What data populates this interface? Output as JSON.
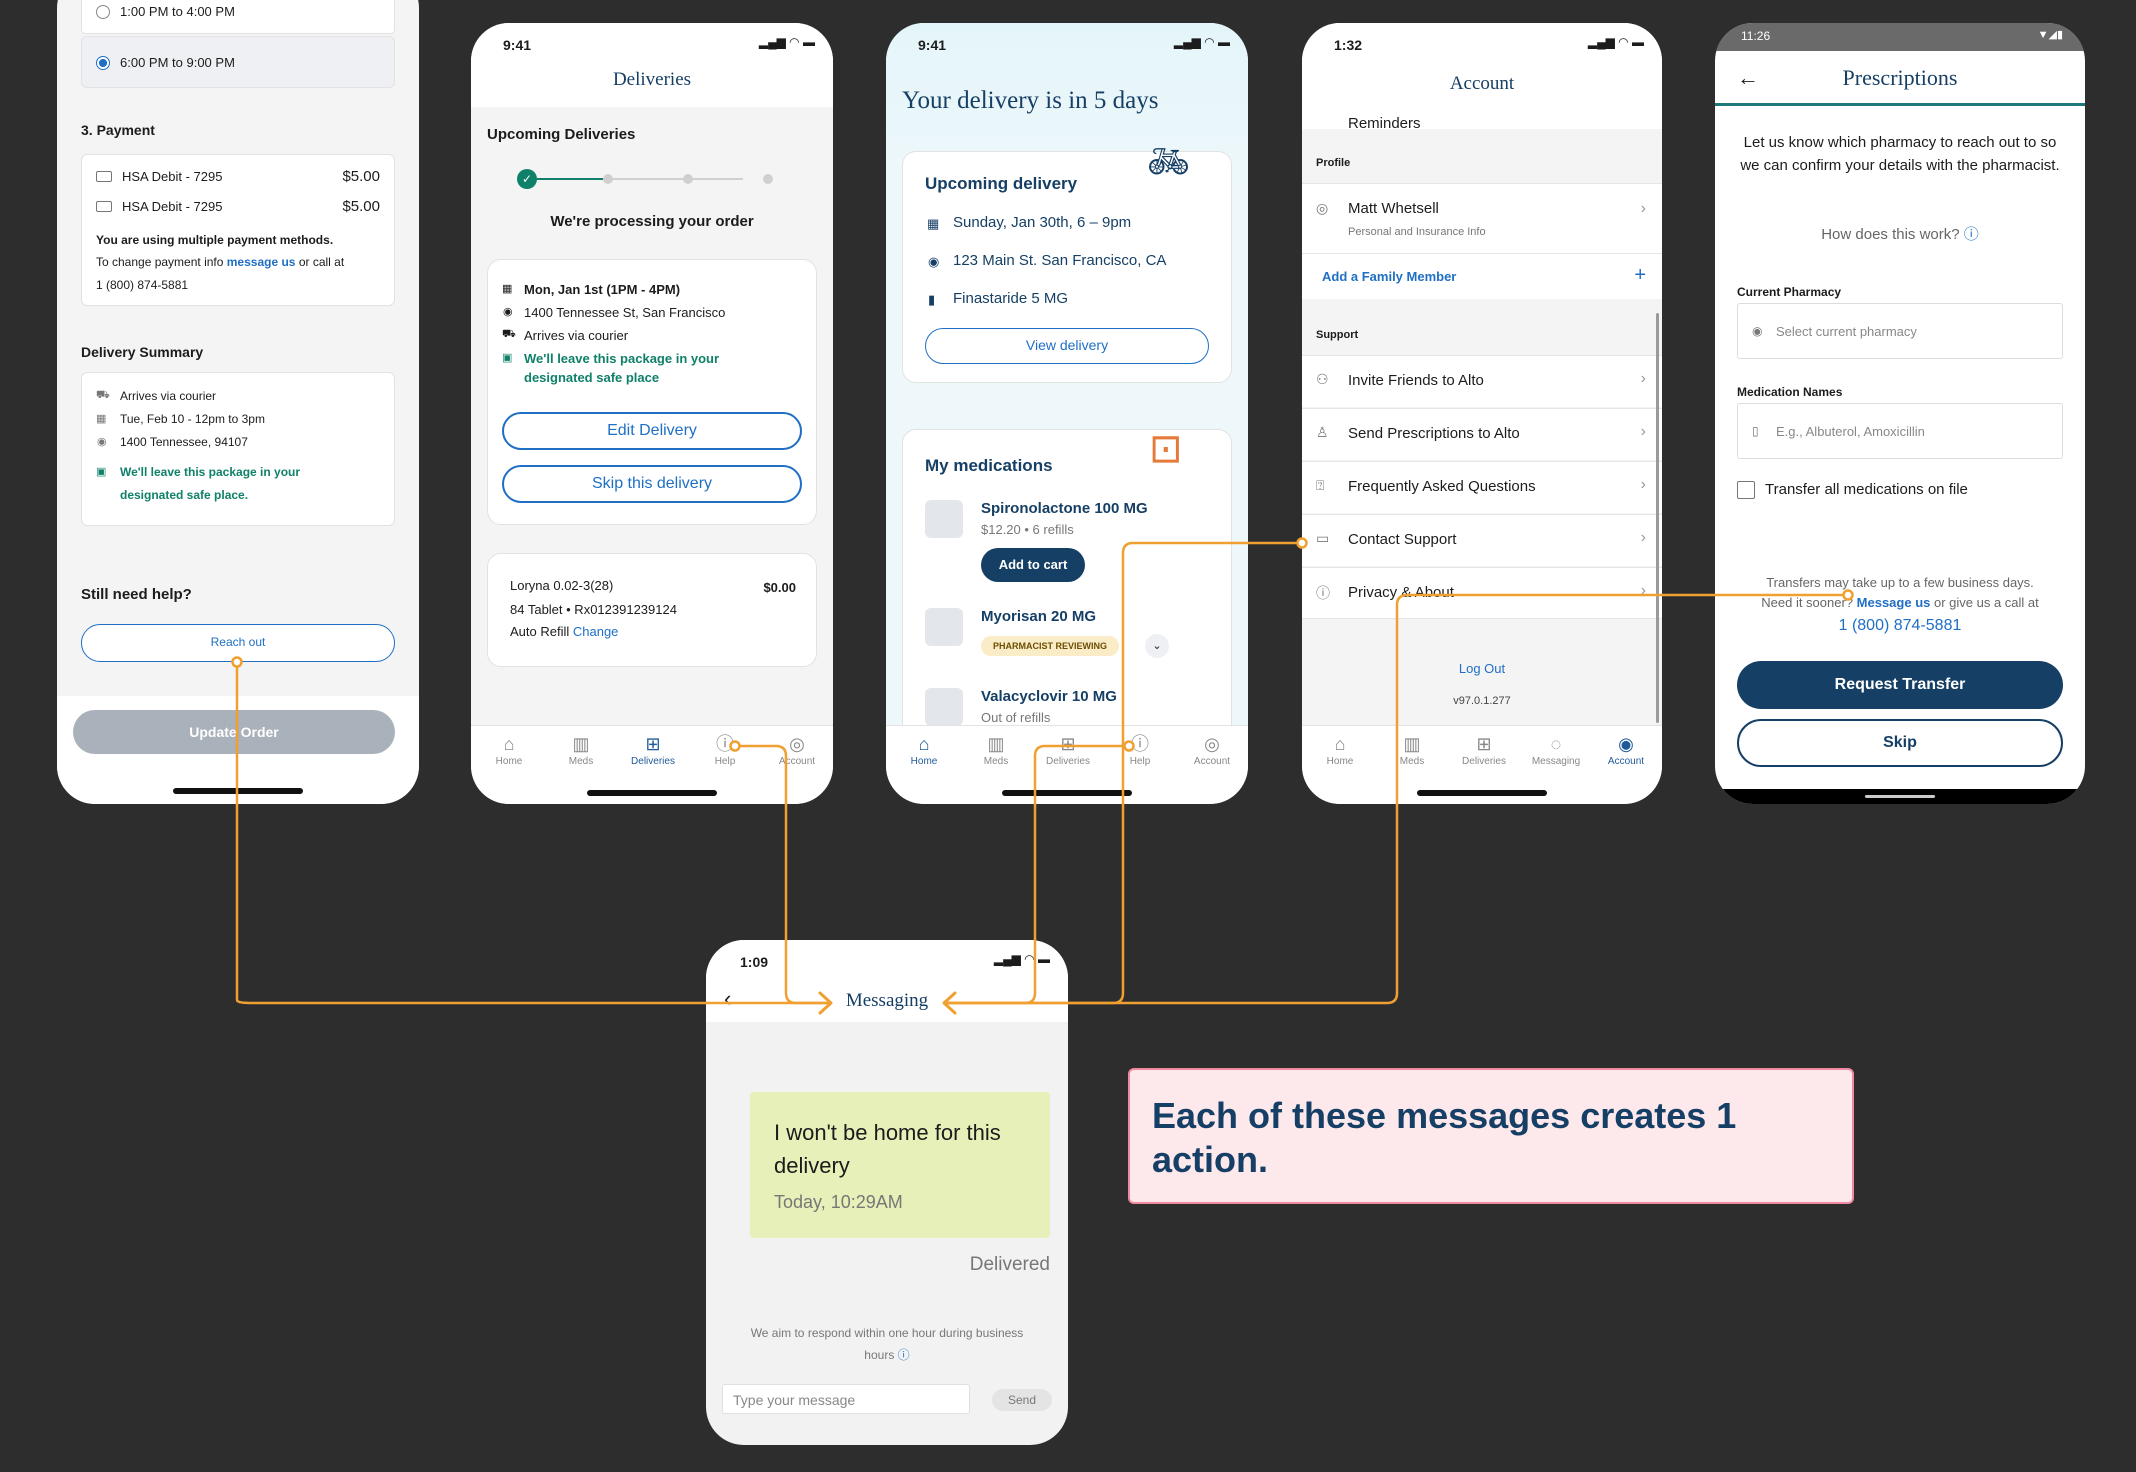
{
  "p1": {
    "opt1": "1:00 PM to 4:00 PM",
    "opt2": "6:00 PM to 9:00 PM",
    "payment_h": "3. Payment",
    "pay": [
      {
        "name": "HSA Debit - 7295",
        "amt": "$5.00"
      },
      {
        "name": "HSA Debit - 7295",
        "amt": "$5.00"
      }
    ],
    "multi": "You are using multiple payment methods.",
    "change_a": "To change payment info ",
    "change_link": "message us",
    "change_b": " or call at",
    "phone": "1 (800) 874-5881",
    "summary_h": "Delivery Summary",
    "s1": "Arrives via courier",
    "s2": "Tue, Feb 10 - 12pm to 3pm",
    "s3": "1400 Tennessee, 94107",
    "s4a": "We'll leave this package in your",
    "s4b": "designated safe place.",
    "help_h": "Still need help?",
    "reach": "Reach out",
    "update": "Update Order"
  },
  "p2": {
    "time": "9:41",
    "title": "Deliveries",
    "up_h": "Upcoming Deliveries",
    "processing": "We're processing your order",
    "d1": "Mon, Jan 1st (1PM - 4PM)",
    "d2": "1400 Tennessee St, San Francisco",
    "d3": "Arrives via courier",
    "d4a": "We'll leave this package in your",
    "d4b": "designated safe place",
    "edit": "Edit Delivery",
    "skip": "Skip this delivery",
    "med1": "Loryna 0.02-3(28)",
    "med2": "84 Tablet • Rx012391239124",
    "refill": "Auto Refill ",
    "change": "Change",
    "price": "$0.00",
    "nav": [
      "Home",
      "Meds",
      "Deliveries",
      "Help",
      "Account"
    ]
  },
  "p3": {
    "time": "9:41",
    "hero": "Your delivery is in 5 days",
    "up_h": "Upcoming delivery",
    "d1": "Sunday, Jan 30th, 6 – 9pm",
    "d2": "123 Main St. San Francisco, CA",
    "d3": "Finastaride 5 MG",
    "view": "View delivery",
    "meds_h": "My medications",
    "m1": "Spironolactone 100 MG",
    "m1s": "$12.20  •  6 refills",
    "cart": "Add to cart",
    "m2": "Myorisan 20 MG",
    "m2b": "PHARMACIST REVIEWING",
    "m3": "Valacyclovir 10 MG",
    "m3s": "Out of refills",
    "nav": [
      "Home",
      "Meds",
      "Deliveries",
      "Help",
      "Account"
    ]
  },
  "p4": {
    "time": "1:32",
    "title": "Account",
    "partial": "Reminders",
    "profile_h": "Profile",
    "name": "Matt Whetsell",
    "name_s": "Personal and Insurance Info",
    "family": "Add a Family Member",
    "support_h": "Support",
    "rows": [
      "Invite Friends to Alto",
      "Send Prescriptions to Alto",
      "Frequently Asked Questions",
      "Contact Support",
      "Privacy & About"
    ],
    "logout": "Log Out",
    "version": "v97.0.1.277",
    "nav": [
      "Home",
      "Meds",
      "Deliveries",
      "Messaging",
      "Account"
    ]
  },
  "p5": {
    "time": "11:26",
    "title": "Prescriptions",
    "intro": "Let us know which pharmacy to reach out to so we can confirm your details with the pharmacist.",
    "how": "How does this work?",
    "cur_l": "Current Pharmacy",
    "cur_ph": "Select current pharmacy",
    "med_l": "Medication Names",
    "med_ph": "E.g., Albuterol, Amoxicillin",
    "transfer": "Transfer all medications on file",
    "note1": "Transfers may take up to a few business days.",
    "note2a": "Need it sooner? ",
    "note2l": "Message us",
    "note2b": " or give us a call at",
    "phone": "1 (800) 874-5881",
    "req": "Request Transfer",
    "skip": "Skip"
  },
  "p6": {
    "time": "1:09",
    "title": "Messaging",
    "bubble": "I won't be home for this delivery",
    "stamp": "Today, 10:29AM",
    "status": "Delivered",
    "aim": "We aim to respond within one hour during business hours",
    "input_ph": "Type your message",
    "send": "Send"
  },
  "callout": "Each of these messages creates 1 action.",
  "colors": {
    "navy": "#163f65",
    "link": "#1f6fc5",
    "green": "#0f8069",
    "connector": "#f0a030",
    "callout_bg": "#fde8ec",
    "bubble": "#e6f0b8"
  }
}
